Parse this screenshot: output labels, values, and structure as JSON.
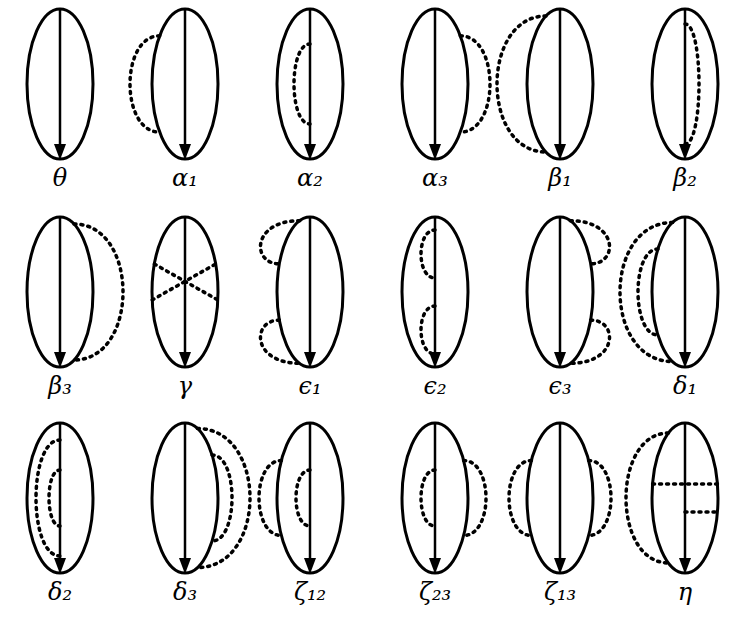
{
  "diagram": {
    "labels": [
      "θ",
      "α₁",
      "α₂",
      "α₃",
      "β₁",
      "β₂",
      "β₃",
      "γ",
      "ϵ₁",
      "ϵ₂",
      "ϵ₃",
      "δ₁",
      "δ₂",
      "δ₃",
      "ζ₁₂",
      "ζ₂₃",
      "ζ₁₃",
      "η"
    ]
  }
}
